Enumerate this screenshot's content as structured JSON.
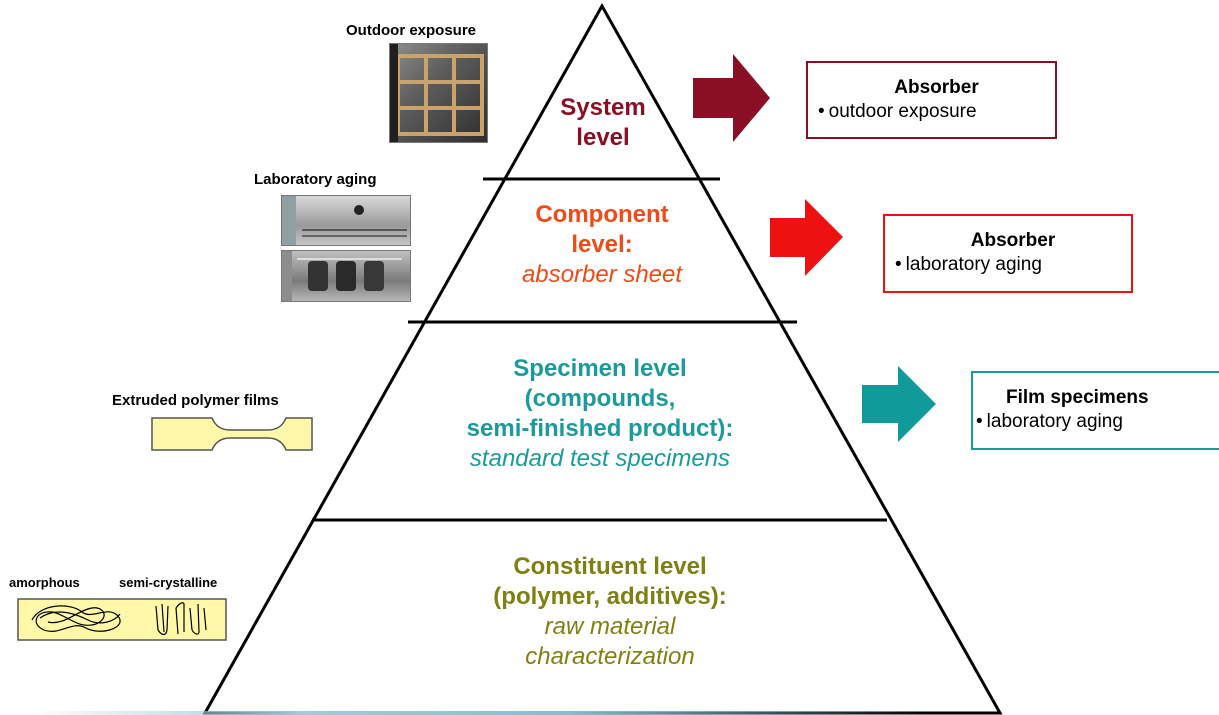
{
  "colors": {
    "system": "#8a0f24",
    "component": "#f04a16",
    "specimen": "#1a9a9a",
    "constituent": "#7f7f12",
    "arrow_system": "#8a0f24",
    "arrow_component": "#ee1111",
    "arrow_specimen": "#119a9a",
    "specimen_fill": "#fff8a8"
  },
  "pyramid": {
    "levels": [
      {
        "id": "system",
        "lines_bold": [
          "System",
          "level"
        ],
        "lines_italic": []
      },
      {
        "id": "component",
        "lines_bold": [
          "Component",
          "level:"
        ],
        "lines_italic": [
          "absorber sheet"
        ]
      },
      {
        "id": "specimen",
        "lines_bold": [
          "Specimen level",
          "(compounds,",
          "semi-finished product):"
        ],
        "lines_italic": [
          "standard test specimens"
        ]
      },
      {
        "id": "constituent",
        "lines_bold": [
          "Constituent level",
          "(polymer, additives):"
        ],
        "lines_italic": [
          "raw material",
          "characterization"
        ]
      }
    ]
  },
  "left": {
    "outdoor_label": "Outdoor exposure",
    "lab_label": "Laboratory aging",
    "films_label": "Extruded polymer films",
    "amorphous_label": "amorphous",
    "semicrystalline_label": "semi-crystalline",
    "icons": {
      "outdoor": "outdoor-exposure-photo",
      "lab_top": "lab-chamber-photo",
      "lab_bottom": "lab-samples-photo",
      "film": "dogbone-specimen-icon",
      "molecules": "polymer-chain-icon"
    }
  },
  "right": {
    "boxes": [
      {
        "id": "system",
        "title": "Absorber",
        "bullet": "outdoor exposure"
      },
      {
        "id": "component",
        "title": "Absorber",
        "bullet": "laboratory aging"
      },
      {
        "id": "specimen",
        "title": "Film specimens",
        "bullet": "laboratory aging"
      }
    ]
  }
}
